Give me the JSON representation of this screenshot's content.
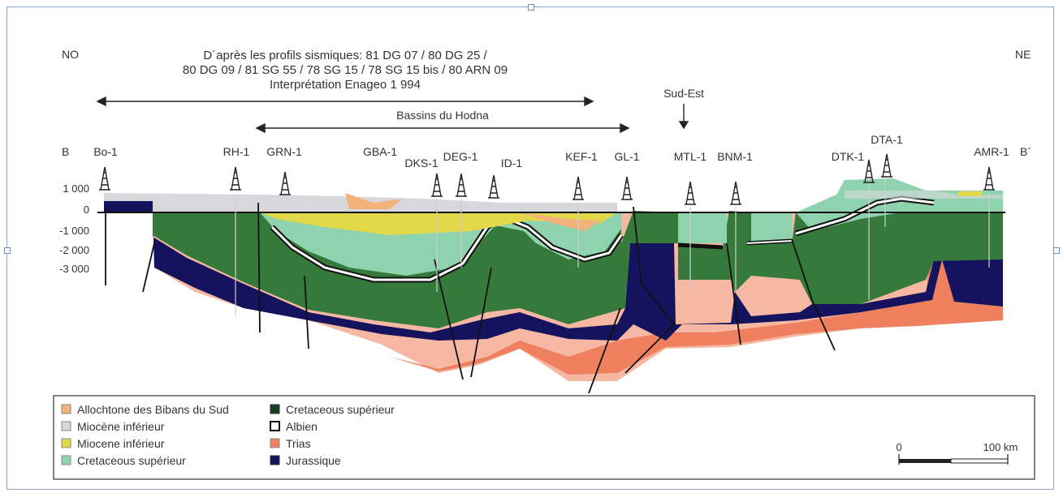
{
  "header": {
    "left_corner": "NO",
    "right_corner": "NE",
    "source_lines": [
      "D´après les profils sismiques: 81 DG 07 / 80 DG 25 /",
      "80 DG 09 / 81 SG 55 / 78 SG 15 / 78 SG 15 bis / 80 ARN 09",
      "Interprétation Enageo 1 994"
    ],
    "basin_label": "Bassins du Hodna",
    "direction_label": "Sud-Est",
    "section_start": "B",
    "section_end": "B´"
  },
  "wells": [
    "Bo-1",
    "RH-1",
    "GRN-1",
    "GBA-1",
    "DKS-1",
    "DEG-1",
    "ID-1",
    "KEF-1",
    "GL-1",
    "MTL-1",
    "BNM-1",
    "DTK-1",
    "DTA-1",
    "AMR-1"
  ],
  "depth_axis": [
    "1 000",
    "0",
    "-1 000",
    "-2 000",
    "-3 000"
  ],
  "legend": [
    {
      "label": "Allochtone des Bibans du Sud",
      "color": "#f2b27a"
    },
    {
      "label": "Miocène inférieur",
      "color": "#d8d8dc"
    },
    {
      "label": "Miocene inférieur",
      "color": "#e3d84a"
    },
    {
      "label": "Cretaceous supérieur",
      "color": "#8fd2ae"
    },
    {
      "label": "Cretaceous supérieur",
      "color": "#173c1f"
    },
    {
      "label": "Albien",
      "color": "#ffffff"
    },
    {
      "label": "Trias",
      "color": "#ee8060"
    },
    {
      "label": "Jurassique",
      "color": "#15125e"
    }
  ],
  "scale": {
    "start": "0",
    "end": "100 km"
  },
  "colors": {
    "trias_light": "#f6b8a2",
    "trias": "#ee8060",
    "jurassic": "#15125e",
    "cretaceous_green": "#357a3a",
    "cretaceous_light": "#8fd2ae",
    "albien": "#ffffff",
    "miocene_grey": "#d8d8dc",
    "miocene_yellow": "#e3d84a",
    "allochtone": "#f2b27a"
  }
}
